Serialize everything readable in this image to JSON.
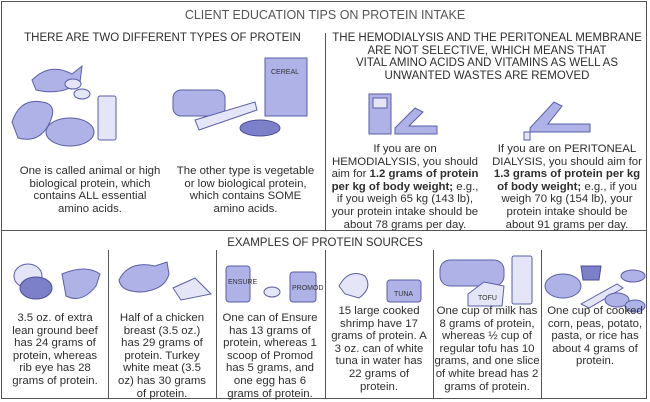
{
  "title": "CLIENT EDUCATION TIPS ON PROTEIN INTAKE",
  "types": {
    "heading": "THERE ARE TWO DIFFERENT TYPES OF PROTEIN",
    "animal": [
      "One is called animal or high",
      "biological protein, which",
      "contains ALL essential",
      "amino acids."
    ],
    "vegetable": [
      "The other type is vegetable",
      "or low biological protein,",
      "which contains SOME",
      "amino acids."
    ],
    "cereal_label": "CEREAL"
  },
  "dialysis": {
    "heading": [
      "THE HEMODIALYSIS AND THE PERITONEAL MEMBRANE",
      "ARE NOT SELECTIVE, WHICH MEANS THAT",
      "VITAL AMINO ACIDS AND VITAMINS AS WELL AS",
      "UNWANTED WASTES ARE REMOVED"
    ],
    "hemo": {
      "pre": "If you are on HEMODIALYSIS, you should aim for ",
      "bold": "1.2 grams of protein per kg of body weight;",
      "post": " e.g., if you weigh 65 kg (143 lb), your protein intake should be about 78 grams per day."
    },
    "peritoneal": {
      "pre": "If you are on PERITONEAL DIALYSIS, you should aim for ",
      "bold": "1.3 grams of protein per kg of body weight;",
      "post": " e.g., if you weigh 70 kg (154 lb), your protein intake should be about 91 grams per day."
    }
  },
  "examples": {
    "heading": "EXAMPLES OF PROTEIN SOURCES",
    "items": [
      {
        "lines": [
          "3.5 oz. of extra",
          "lean ground beef",
          "has 24 grams of",
          "protein, whereas",
          "rib eye has 28",
          "grams of protein."
        ]
      },
      {
        "lines": [
          "Half of a chicken",
          "breast (3.5 oz.)",
          "has 29 grams of",
          "protein. Turkey",
          "white meat (3.5",
          "oz) has 30 grams",
          "of protein."
        ]
      },
      {
        "lines": [
          "One can of Ensure",
          "has 13 grams of",
          "protein, whereas 1",
          "scoop of Promod",
          "has 5 grams, and",
          "one egg has 6",
          "grams of protein."
        ],
        "labels": [
          "ENSURE",
          "PROMOD"
        ]
      },
      {
        "lines": [
          "15 large cooked",
          "shrimp have 17",
          "grams of protein. A",
          "3 oz. can of white",
          "tuna in water has",
          "22 grams of",
          "protein."
        ],
        "labels": [
          "TUNA"
        ]
      },
      {
        "lines": [
          "One cup of milk has",
          "8 grams of protein,",
          "whereas ½ cup of",
          "regular tofu has 10",
          "grams, and one slice",
          "of white bread has 2",
          "grams of protein."
        ],
        "labels": [
          "TOFU"
        ]
      },
      {
        "lines": [
          "One cup of cooked",
          "corn, peas, potato,",
          "pasta, or rice has",
          "about 4 grams of",
          "protein."
        ]
      }
    ]
  }
}
